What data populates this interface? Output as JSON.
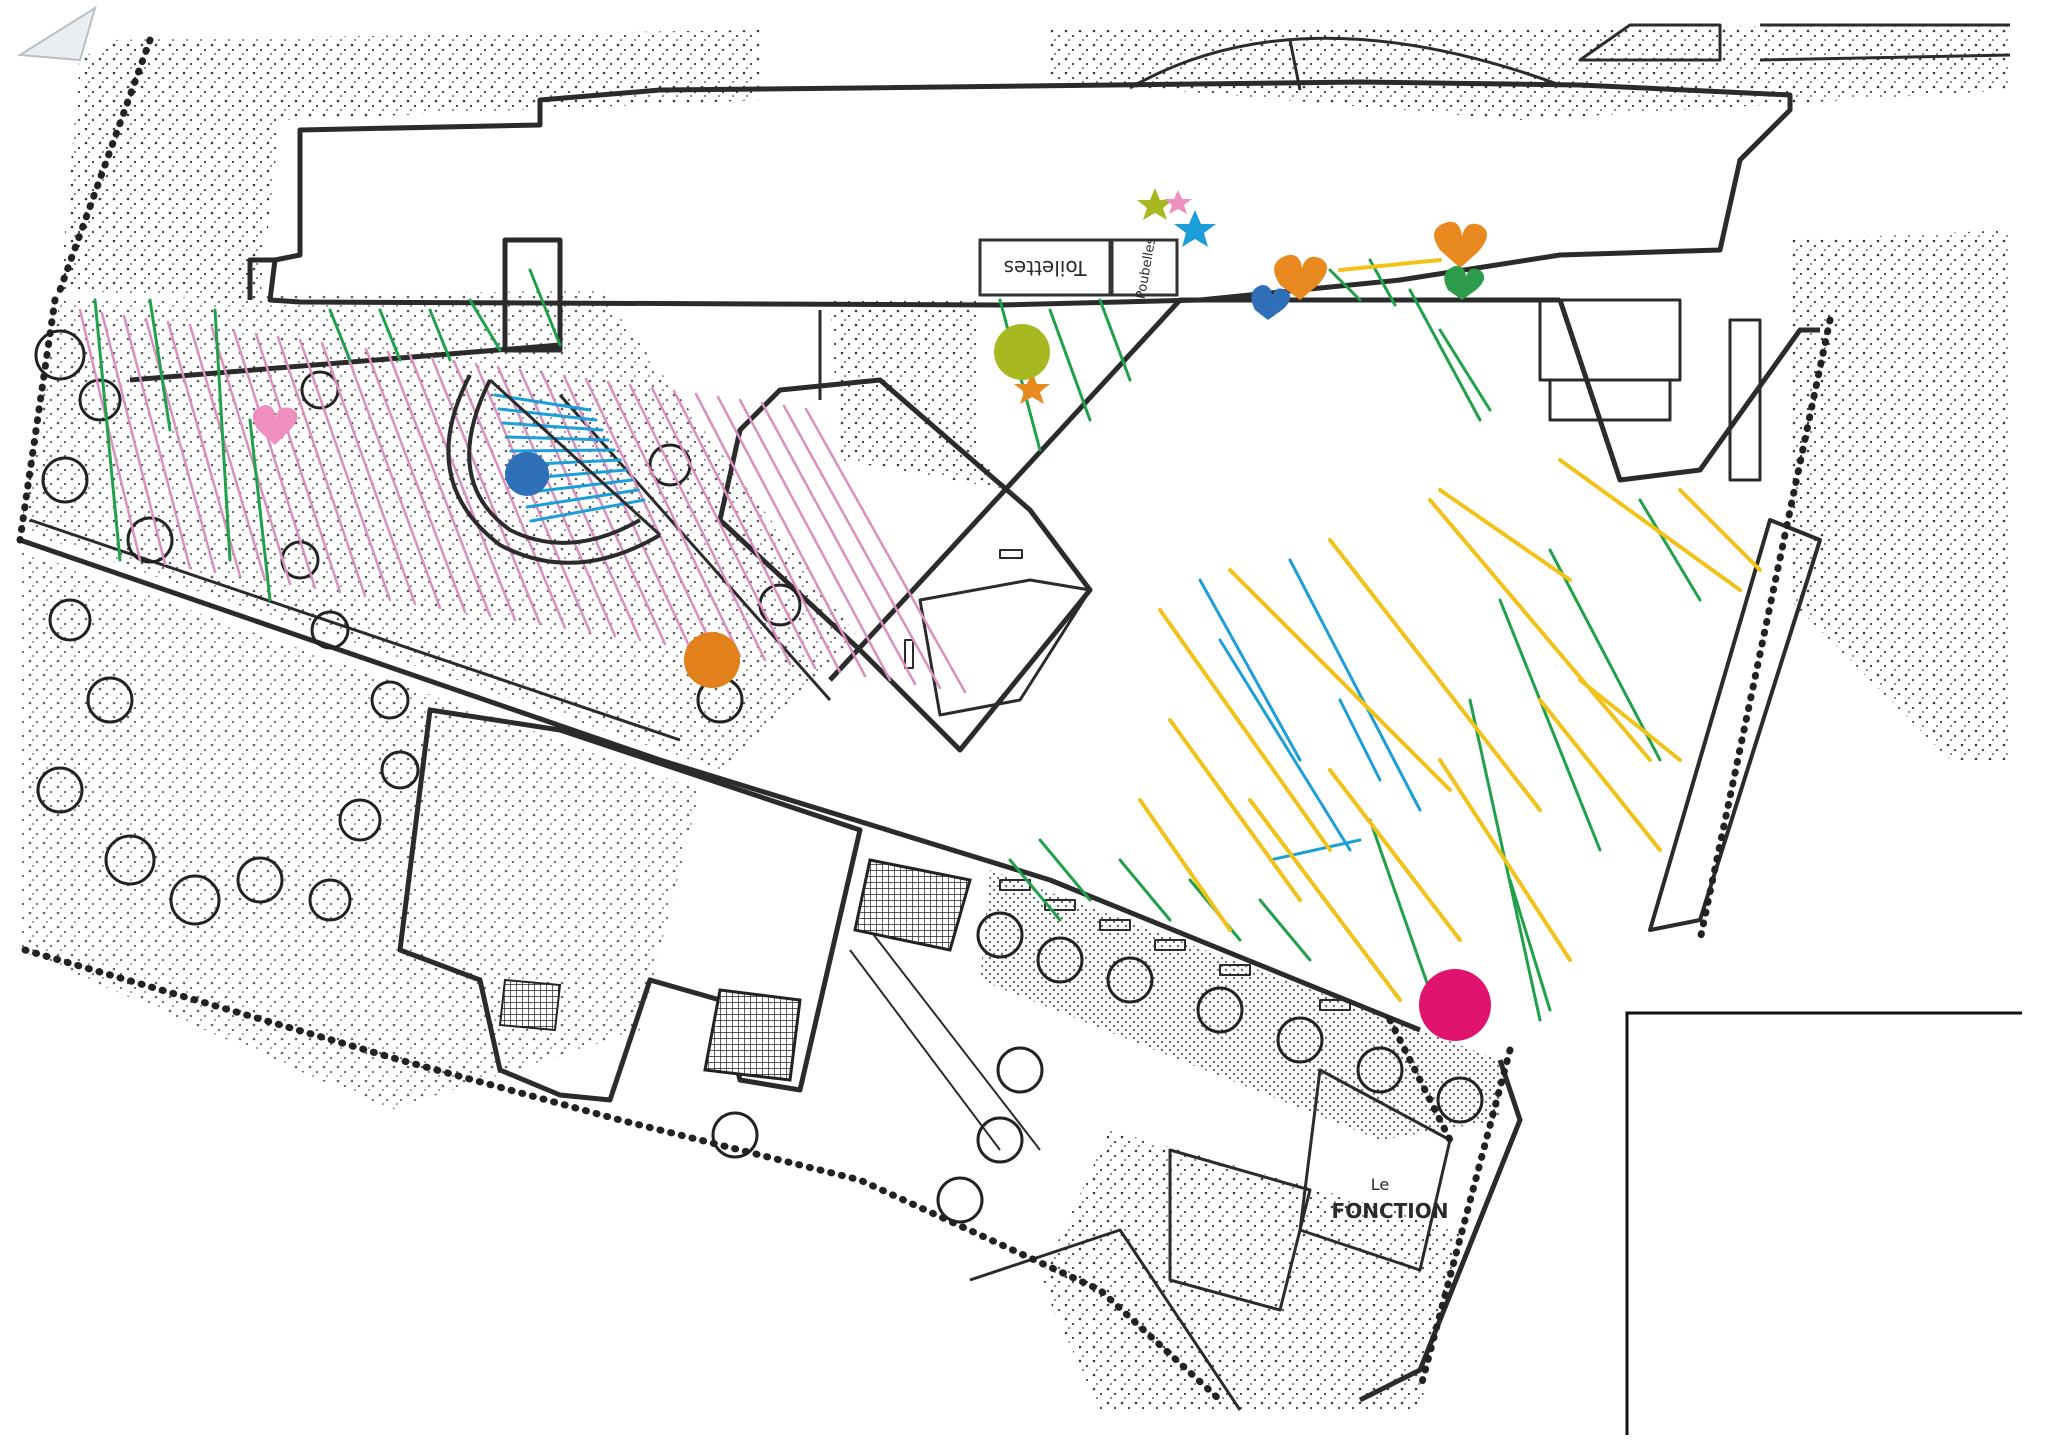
{
  "plan": {
    "labels": {
      "toilettes": "Toilettes",
      "poubelles": "Poubelles",
      "fonction_top": "Le",
      "fonction": "FONCTION"
    },
    "colors": {
      "paper": "#ffffff",
      "ink": "#2b2b2b",
      "stipple": "#3a3a3a",
      "pink": "#d98fc0",
      "green": "#1fa14a",
      "blue": "#1c9fd8",
      "yellow": "#f2c21a",
      "orange": "#e88a1f",
      "dot_blue": "#2f6fb8",
      "dot_orange": "#e2811c",
      "dot_olive": "#a8b820",
      "dot_magenta": "#e0136f",
      "heart_pink": "#ef8fbf"
    },
    "markers": [
      {
        "name": "blue-zone-marker",
        "color": "dot_blue"
      },
      {
        "name": "orange-zone-marker",
        "color": "dot_orange"
      },
      {
        "name": "olive-zone-marker",
        "color": "dot_olive"
      },
      {
        "name": "magenta-zone-marker",
        "color": "dot_magenta"
      }
    ],
    "zones": [
      {
        "name": "pink-hatched-zone",
        "color": "pink"
      },
      {
        "name": "green-hatched-zone",
        "color": "green"
      },
      {
        "name": "blue-hatched-zone",
        "color": "blue"
      },
      {
        "name": "yellow-hatched-zone",
        "color": "yellow"
      }
    ]
  }
}
